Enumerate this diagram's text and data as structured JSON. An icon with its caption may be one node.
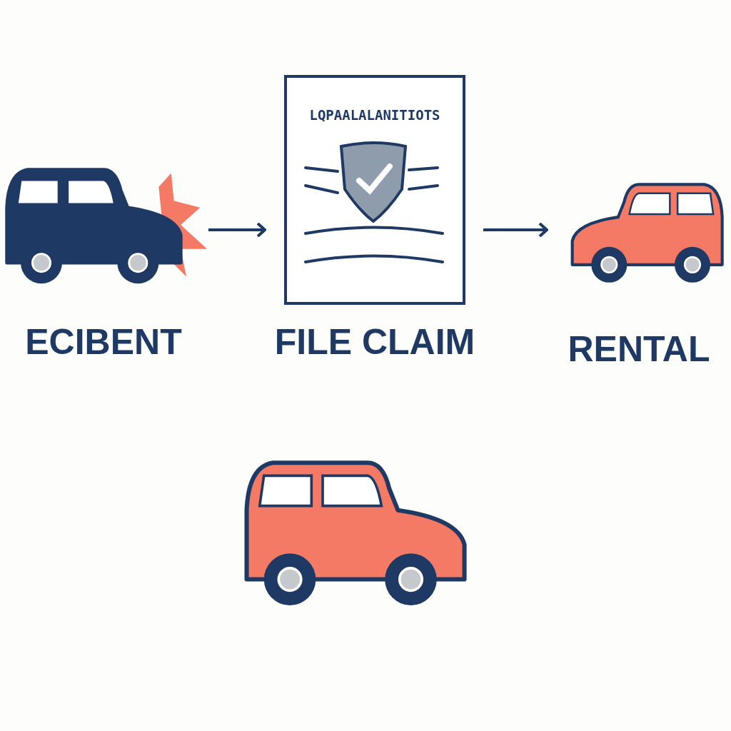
{
  "diagram": {
    "nodes": [
      {
        "text": [
          "ECIBENT"
        ]
      },
      {
        "text": [
          "LQPAALALANITIOTS",
          "FILE CLAIM"
        ]
      },
      {
        "text": [
          "RENTAL"
        ]
      },
      {
        "text": [],
        "shape": "picture"
      }
    ],
    "edges": [
      {
        "from": 0,
        "to": 1,
        "arrow": "to"
      },
      {
        "from": 1,
        "to": 2,
        "arrow": "to"
      }
    ]
  }
}
